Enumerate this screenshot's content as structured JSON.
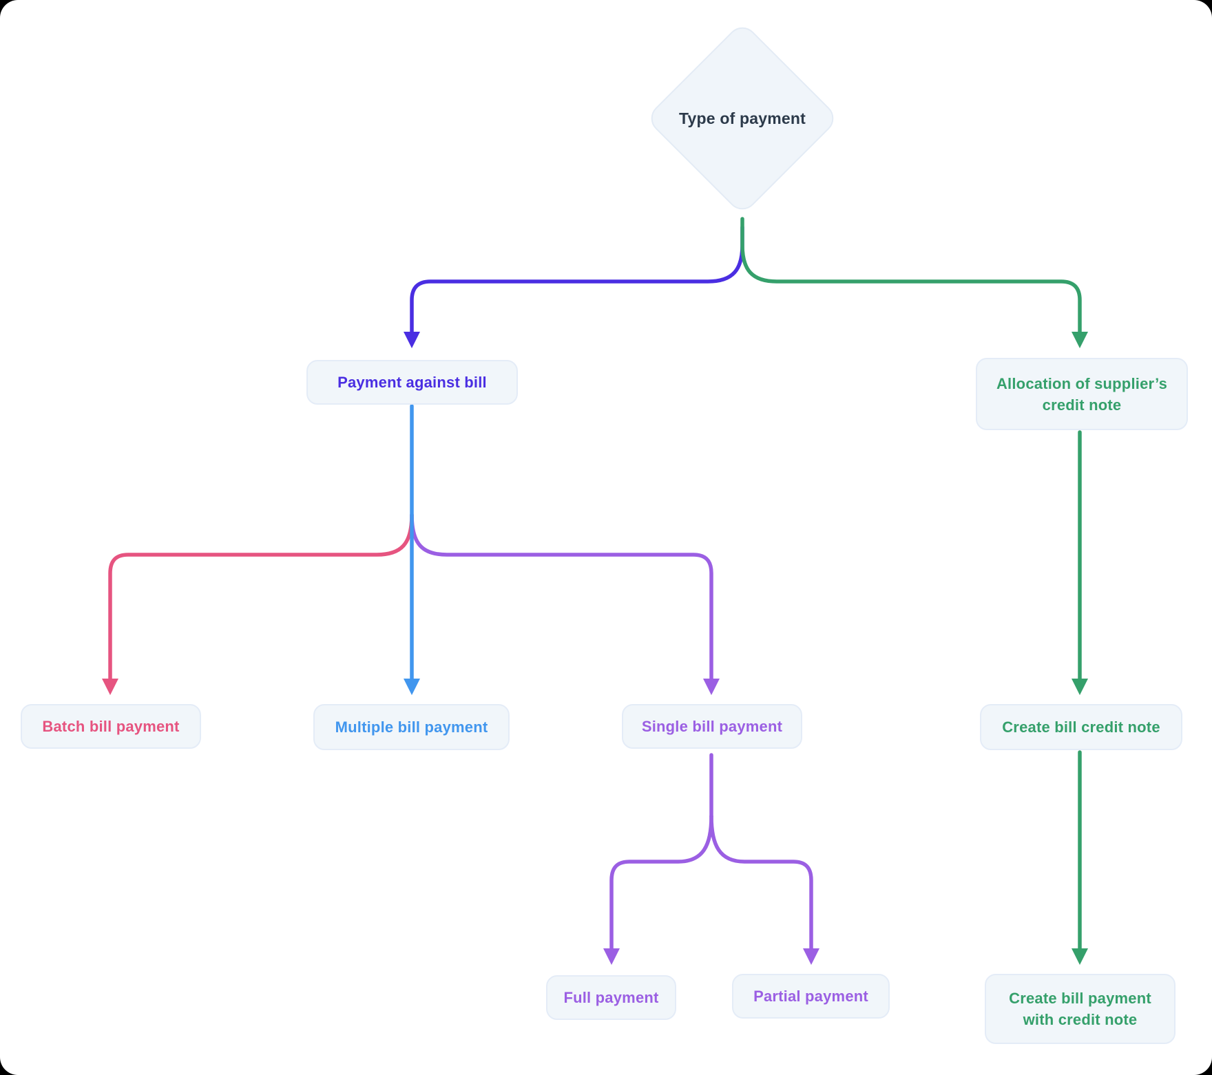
{
  "palette": {
    "indigo": "#4a2ee2",
    "green": "#35a06b",
    "blue": "#4196ee",
    "pink": "#e65480",
    "purple": "#9b5fe3",
    "dark": "#2c3a4a",
    "node_fill": "#f1f6fa",
    "node_border": "#e4ecf7",
    "canvas_background": "#ffffff",
    "page_background": "#000000"
  },
  "diagram": {
    "nodes": {
      "type_of_payment": {
        "label": "Type of payment",
        "shape": "diamond"
      },
      "payment_against_bill": {
        "label": "Payment against bill",
        "shape": "rounded-box"
      },
      "allocation_credit_note": {
        "label": "Allocation of supplier’s\ncredit note",
        "shape": "rounded-box"
      },
      "batch_bill_payment": {
        "label": "Batch bill payment",
        "shape": "rounded-box"
      },
      "multiple_bill_payment": {
        "label": "Multiple bill payment",
        "shape": "rounded-box"
      },
      "single_bill_payment": {
        "label": "Single bill payment",
        "shape": "rounded-box"
      },
      "create_bill_credit_note": {
        "label": "Create bill credit note",
        "shape": "rounded-box"
      },
      "full_payment": {
        "label": "Full payment",
        "shape": "rounded-box"
      },
      "partial_payment": {
        "label": "Partial payment",
        "shape": "rounded-box"
      },
      "create_bill_payment_with_credit_note": {
        "label": "Create bill payment\nwith credit note",
        "shape": "rounded-box"
      }
    },
    "edges": [
      {
        "from": "type_of_payment",
        "to": "payment_against_bill",
        "color": "indigo"
      },
      {
        "from": "type_of_payment",
        "to": "allocation_credit_note",
        "color": "green"
      },
      {
        "from": "payment_against_bill",
        "to": "batch_bill_payment",
        "color": "pink"
      },
      {
        "from": "payment_against_bill",
        "to": "multiple_bill_payment",
        "color": "blue"
      },
      {
        "from": "payment_against_bill",
        "to": "single_bill_payment",
        "color": "purple"
      },
      {
        "from": "single_bill_payment",
        "to": "full_payment",
        "color": "purple"
      },
      {
        "from": "single_bill_payment",
        "to": "partial_payment",
        "color": "purple"
      },
      {
        "from": "allocation_credit_note",
        "to": "create_bill_credit_note",
        "color": "green"
      },
      {
        "from": "create_bill_credit_note",
        "to": "create_bill_payment_with_credit_note",
        "color": "green"
      }
    ]
  }
}
